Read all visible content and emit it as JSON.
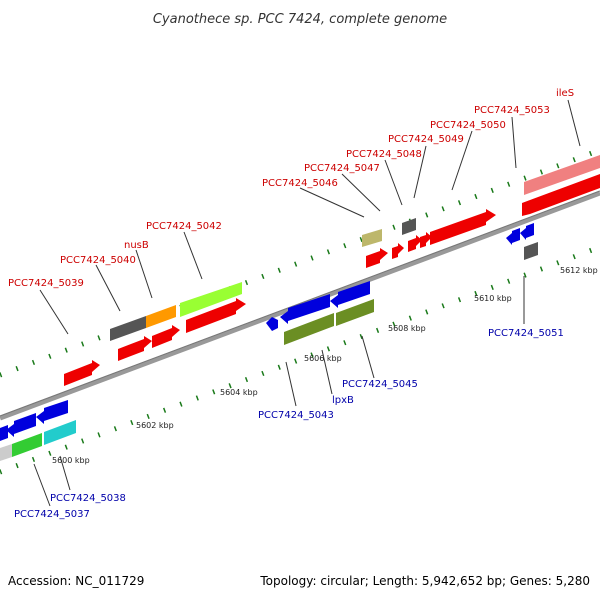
{
  "title": "Cyanothece sp. PCC 7424, complete genome",
  "footer": {
    "accession": "Accession: NC_011729",
    "summary": "Topology: circular; Length: 5,942,652 bp; Genes: 5,280"
  },
  "colors": {
    "forward_label": "#cc0000",
    "reverse_label": "#0000aa",
    "backbone": "#999999",
    "tick": "#1a7a1a",
    "leader": "#333333"
  },
  "scale_labels": [
    "5600 kbp",
    "5602 kbp",
    "5604 kbp",
    "5606 kbp",
    "5608 kbp",
    "5610 kbp",
    "5612 kbp"
  ],
  "gene_labels": {
    "forward": [
      "PCC7424_5039",
      "PCC7424_5040",
      "nusB",
      "PCC7424_5042",
      "PCC7424_5046",
      "PCC7424_5047",
      "PCC7424_5048",
      "PCC7424_5049",
      "PCC7424_5050",
      "PCC7424_5053",
      "ileS"
    ],
    "reverse": [
      "PCC7424_5037",
      "PCC7424_5038",
      "PCC7424_5043",
      "lpxB",
      "PCC7424_5045",
      "PCC7424_5051"
    ]
  },
  "genes": [
    {
      "name": "gene-rev-left-1",
      "color": "#0000dd",
      "strand": "-"
    },
    {
      "name": "gene-rev-left-2",
      "color": "#0000dd",
      "strand": "-"
    },
    {
      "name": "gene-rev-left-3",
      "color": "#0000dd",
      "strand": "-"
    },
    {
      "name": "gene-grey-left",
      "color": "#cccccc",
      "strand": "-"
    },
    {
      "name": "gene-green-left",
      "color": "#33cc33",
      "strand": "-"
    },
    {
      "name": "gene-cyan-left",
      "color": "#22cccc",
      "strand": "-"
    },
    {
      "name": "gene-pcc7424-5039",
      "color": "#ee0000",
      "strand": "+"
    },
    {
      "name": "gene-pcc7424-5040",
      "color": "#ee0000",
      "strand": "+"
    },
    {
      "name": "gene-pcc7424-5040-grey",
      "color": "#555555",
      "strand": "+"
    },
    {
      "name": "gene-nusB",
      "color": "#ee0000",
      "strand": "+"
    },
    {
      "name": "gene-nusB-orange",
      "color": "#ff9900",
      "strand": "+"
    },
    {
      "name": "gene-pcc7424-5042",
      "color": "#ee0000",
      "strand": "+"
    },
    {
      "name": "gene-pcc7424-5042-lime",
      "color": "#99ff33",
      "strand": "+"
    },
    {
      "name": "gene-pcc7424-5043-small",
      "color": "#0000dd",
      "strand": "-"
    },
    {
      "name": "gene-pcc7424-5043",
      "color": "#0000dd",
      "strand": "-"
    },
    {
      "name": "gene-pcc7424-5043-olive",
      "color": "#6b8e23",
      "strand": "-"
    },
    {
      "name": "gene-lpxB",
      "color": "#0000dd",
      "strand": "-"
    },
    {
      "name": "gene-pcc7424-5045",
      "color": "#6b8e23",
      "strand": "-"
    },
    {
      "name": "gene-pcc7424-5046-khaki",
      "color": "#bdb76b",
      "strand": "+"
    },
    {
      "name": "gene-pcc7424-5046",
      "color": "#ee0000",
      "strand": "+"
    },
    {
      "name": "gene-pcc7424-5047",
      "color": "#ee0000",
      "strand": "+"
    },
    {
      "name": "gene-pcc7424-5048-grey",
      "color": "#555555",
      "strand": "+"
    },
    {
      "name": "gene-pcc7424-5048",
      "color": "#ee0000",
      "strand": "+"
    },
    {
      "name": "gene-pcc7424-5049",
      "color": "#ee0000",
      "strand": "+"
    },
    {
      "name": "gene-pcc7424-5050",
      "color": "#ee0000",
      "strand": "+"
    },
    {
      "name": "gene-pcc7424-5051",
      "color": "#0000dd",
      "strand": "-"
    },
    {
      "name": "gene-pcc7424-5051-grey",
      "color": "#555555",
      "strand": "-"
    },
    {
      "name": "gene-pcc7424-5053",
      "color": "#ee0000",
      "strand": "+"
    },
    {
      "name": "gene-ileS",
      "color": "#f08080",
      "strand": "+"
    }
  ]
}
